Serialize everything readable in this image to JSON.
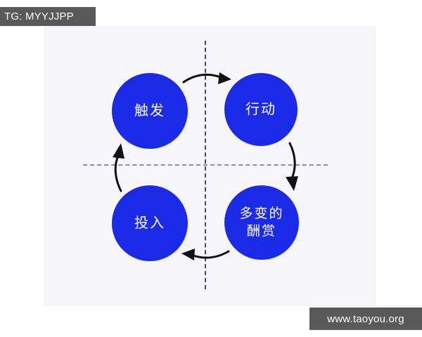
{
  "watermarks": {
    "top_badge": "TG: MYYJJPP",
    "bottom_badge": "www.taoyou.org"
  },
  "panel": {
    "background_color": "#f6f5fa"
  },
  "colors": {
    "node_blue": "#1b2ae6",
    "node_text": "#ffffff",
    "axis_gray": "#8f8f9b",
    "axis_dark": "#4a4a55",
    "badge_gray": "#595959",
    "page_background": "#ffffff"
  },
  "diagram": {
    "nodes": [
      {
        "id": "trigger",
        "label_line1": "触发",
        "label_line2": "",
        "quadrant": "top-left"
      },
      {
        "id": "action",
        "label_line1": "行动",
        "label_line2": "",
        "quadrant": "top-right"
      },
      {
        "id": "reward",
        "label_line1": "多变的",
        "label_line2": "酬赏",
        "quadrant": "bottom-right"
      },
      {
        "id": "invest",
        "label_line1": "投入",
        "label_line2": "",
        "quadrant": "bottom-left"
      }
    ],
    "arrows": [
      {
        "id": "trigger-to-action",
        "direction": "right",
        "position": "top"
      },
      {
        "id": "action-to-reward",
        "direction": "down",
        "position": "right"
      },
      {
        "id": "reward-to-invest",
        "direction": "left",
        "position": "bottom"
      },
      {
        "id": "invest-to-trigger",
        "direction": "up",
        "position": "left"
      }
    ],
    "axes": [
      {
        "id": "horizontal-axis",
        "style": "dashed"
      },
      {
        "id": "vertical-axis",
        "style": "dashed"
      }
    ]
  }
}
